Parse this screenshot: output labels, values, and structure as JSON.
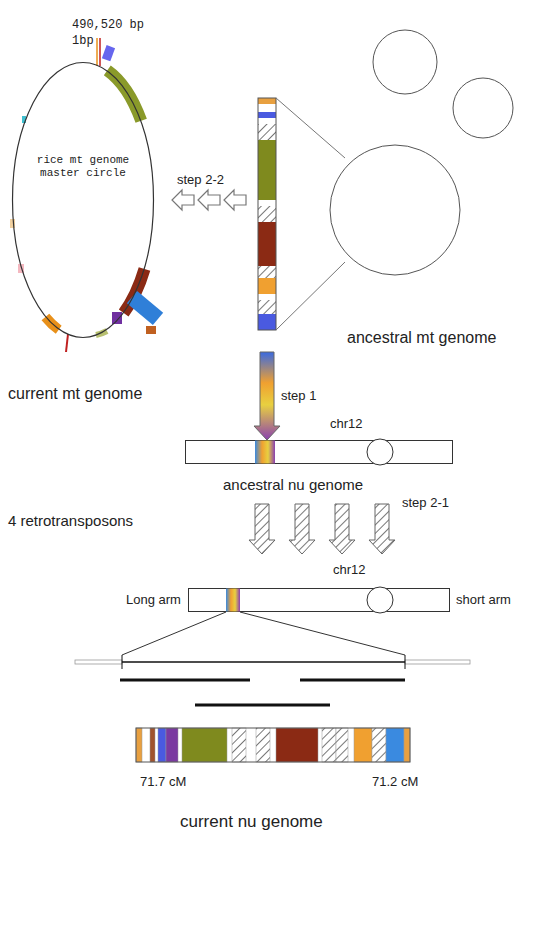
{
  "diagram": {
    "nodes": [
      {
        "text": [
          "rice mt genome master circle",
          "current mt genome"
        ]
      },
      {
        "text": [
          "ancestral mt genome"
        ]
      },
      {
        "text": [
          "chr12",
          "ancestral nu genome"
        ]
      },
      {
        "text": [
          "chr12"
        ]
      }
    ],
    "edges": [
      {
        "from": 1,
        "to": 0,
        "arrow": "to",
        "label": "step 2-2"
      },
      {
        "from": 1,
        "to": 2,
        "arrow": "to",
        "label": "step 1"
      },
      {
        "from": 2,
        "to": 3,
        "arrow": "to",
        "label": "step 2-1"
      }
    ],
    "labels": [
      "490,520 bp",
      "1bp",
      "4 retrotransposons",
      "Long arm",
      "short arm",
      "71.7 cM",
      "71.2 cM",
      "current nu genome"
    ]
  }
}
